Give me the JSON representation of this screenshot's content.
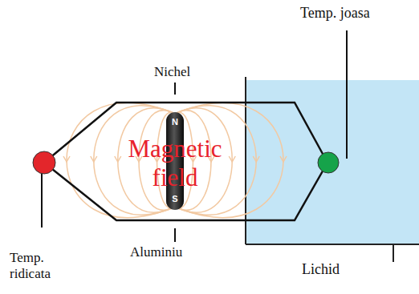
{
  "diagram": {
    "labels": [
      "Temp. joasa",
      "Nichel",
      "Magnetic field",
      "N",
      "S",
      "Temp. ridicata",
      "Aluminiu",
      "Lichid"
    ]
  }
}
